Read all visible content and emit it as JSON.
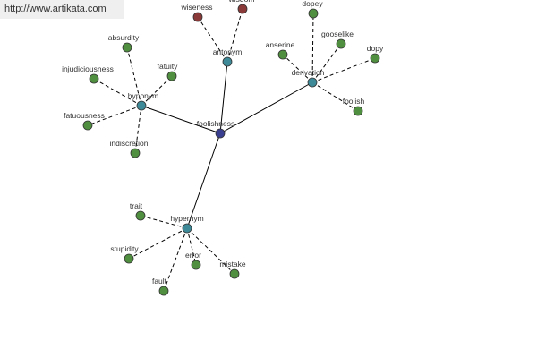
{
  "banner": {
    "url": "http://www.artikata.com"
  },
  "colors": {
    "root": "#3b3f8f",
    "relation": "#3f8a98",
    "synonym": "#4f8f3f",
    "antonym": "#8b3a3a"
  },
  "graph": {
    "root": {
      "id": "foolishness",
      "label": "foolishness",
      "kind": "root"
    },
    "relations": [
      {
        "id": "antonym",
        "label": "antonym",
        "children": [
          {
            "id": "wiseness",
            "label": "wiseness",
            "kind": "antonym"
          },
          {
            "id": "wisdom",
            "label": "wisdom",
            "kind": "antonym"
          }
        ]
      },
      {
        "id": "derivation",
        "label": "derivation",
        "children": [
          {
            "id": "dopey",
            "label": "dopey",
            "kind": "synonym"
          },
          {
            "id": "gooselike",
            "label": "gooselike",
            "kind": "synonym"
          },
          {
            "id": "anserine",
            "label": "anserine",
            "kind": "synonym"
          },
          {
            "id": "dopy",
            "label": "dopy",
            "kind": "synonym"
          },
          {
            "id": "foolish",
            "label": "foolish",
            "kind": "synonym"
          }
        ]
      },
      {
        "id": "hyponym",
        "label": "hyponym",
        "children": [
          {
            "id": "absurdity",
            "label": "absurdity",
            "kind": "synonym"
          },
          {
            "id": "fatuity",
            "label": "fatuity",
            "kind": "synonym"
          },
          {
            "id": "injudiciousness",
            "label": "injudiciousness",
            "kind": "synonym"
          },
          {
            "id": "fatuousness",
            "label": "fatuousness",
            "kind": "synonym"
          },
          {
            "id": "indiscretion",
            "label": "indiscretion",
            "kind": "synonym"
          }
        ]
      },
      {
        "id": "hypernym",
        "label": "hypernym",
        "children": [
          {
            "id": "trait",
            "label": "trait",
            "kind": "synonym"
          },
          {
            "id": "stupidity",
            "label": "stupidity",
            "kind": "synonym"
          },
          {
            "id": "error",
            "label": "error",
            "kind": "synonym"
          },
          {
            "id": "mistake",
            "label": "mistake",
            "kind": "synonym"
          },
          {
            "id": "fault",
            "label": "fault",
            "kind": "synonym"
          }
        ]
      }
    ]
  }
}
